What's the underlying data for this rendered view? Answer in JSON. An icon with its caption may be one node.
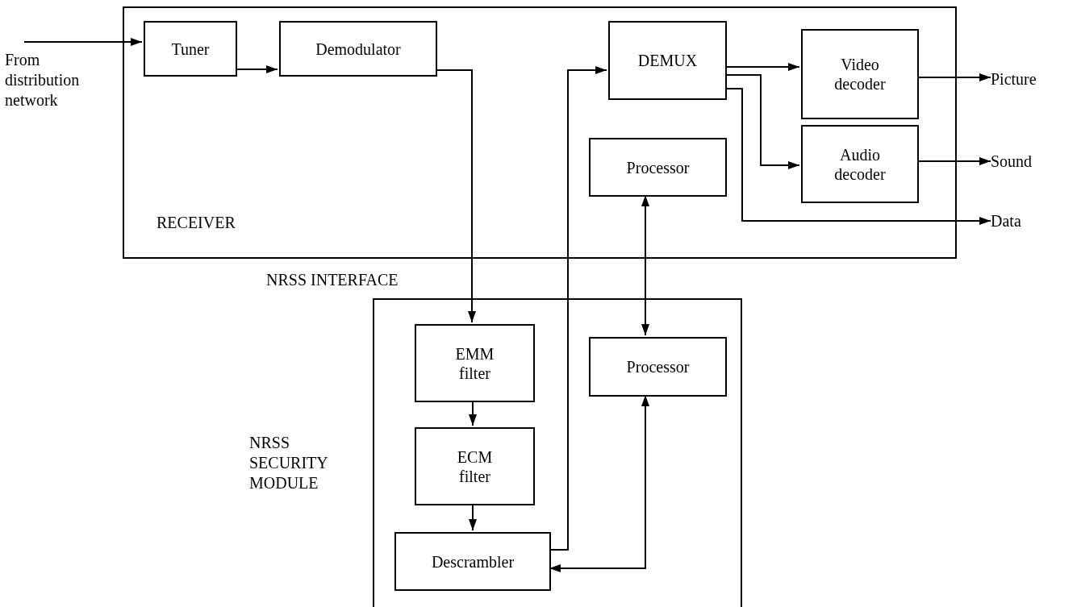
{
  "diagram": {
    "nodes": [
      {
        "text": [
          "RECEIVER"
        ]
      },
      {
        "text": [
          "Tuner"
        ],
        "in": 0
      },
      {
        "text": [
          "Demodulator"
        ],
        "in": 0
      },
      {
        "text": [
          "DEMUX"
        ],
        "in": 0
      },
      {
        "text": [
          "Video decoder"
        ],
        "in": 0
      },
      {
        "text": [
          "Audio decoder"
        ],
        "in": 0
      },
      {
        "text": [
          "Processor"
        ],
        "in": 0
      },
      {
        "text": [
          "NRSS SECURITY MODULE"
        ]
      },
      {
        "text": [
          "EMM filter"
        ],
        "in": 7
      },
      {
        "text": [
          "ECM filter"
        ],
        "in": 7
      },
      {
        "text": [
          "Processor"
        ],
        "in": 7
      },
      {
        "text": [
          "Descrambler"
        ],
        "in": 7
      },
      {
        "text": [
          "From distribution network"
        ]
      },
      {
        "text": [
          "Picture"
        ]
      },
      {
        "text": [
          "Sound"
        ]
      },
      {
        "text": [
          "Data"
        ]
      }
    ],
    "edges": [
      {
        "from": 12,
        "to": 1,
        "arrow": "to"
      },
      {
        "from": 1,
        "to": 2,
        "arrow": "to"
      },
      {
        "from": 2,
        "to": 8,
        "arrow": "to"
      },
      {
        "from": 8,
        "to": 9,
        "arrow": "to"
      },
      {
        "from": 9,
        "to": 11,
        "arrow": "to"
      },
      {
        "from": 11,
        "to": 3,
        "arrow": "to"
      },
      {
        "from": 3,
        "to": 4,
        "arrow": "to"
      },
      {
        "from": 3,
        "to": 5,
        "arrow": "to"
      },
      {
        "from": 3,
        "to": 15,
        "arrow": "to"
      },
      {
        "from": 4,
        "to": 13,
        "arrow": "to"
      },
      {
        "from": 5,
        "to": 14,
        "arrow": "to"
      },
      {
        "from": 6,
        "to": 10,
        "arrow": "both"
      },
      {
        "from": 10,
        "to": 11,
        "arrow": "both"
      }
    ],
    "labels": [
      "NRSS INTERFACE"
    ]
  }
}
